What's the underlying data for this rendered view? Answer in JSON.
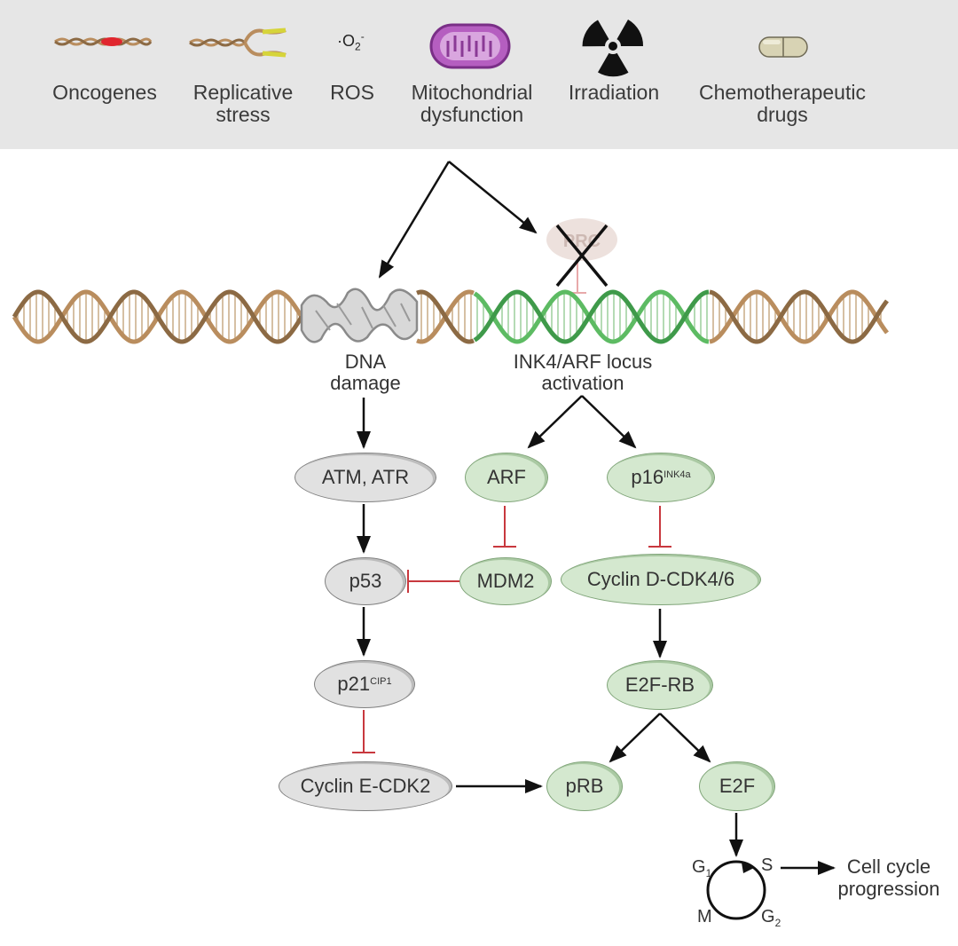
{
  "stimuli": [
    {
      "id": "oncogenes",
      "label": "Oncogenes",
      "icon": "dna-strand-mutation-icon"
    },
    {
      "id": "replicative",
      "label": "Replicative\nstress",
      "icon": "replication-fork-icon"
    },
    {
      "id": "ros",
      "label": "ROS",
      "icon": "superoxide-radical-icon",
      "formula_dot": "·O",
      "formula_sub": "2",
      "formula_sup": "-"
    },
    {
      "id": "mito",
      "label": "Mitochondrial\ndysfunction",
      "icon": "mitochondrion-icon"
    },
    {
      "id": "irradiation",
      "label": "Irradiation",
      "icon": "radiation-hazard-icon"
    },
    {
      "id": "chemo",
      "label": "Chemotherapeutic\ndrugs",
      "icon": "pill-capsule-icon"
    }
  ],
  "dna_labels": {
    "damage": "DNA\ndamage",
    "ink4": "INK4/ARF locus\nactivation"
  },
  "prc": {
    "label": "PRC",
    "state": "inhibited"
  },
  "nodes": {
    "atm": "ATM, ATR",
    "p53": "p53",
    "p21": "p21",
    "p21_sup": "CIP1",
    "cyclin_e": "Cyclin E-CDK2",
    "arf": "ARF",
    "mdm2": "MDM2",
    "p16": "p16",
    "p16_sup": "INK4a",
    "cyclin_d": "Cyclin D-CDK4/6",
    "e2f_rb": "E2F-RB",
    "prb": "pRB",
    "e2f": "E2F"
  },
  "cell_cycle": {
    "g1": "G",
    "g1_sub": "1",
    "s": "S",
    "g2": "G",
    "g2_sub": "2",
    "m": "M",
    "outcome": "Cell cycle\nprogression"
  },
  "colors": {
    "panel": "#e6e6e6",
    "gray_node": "#e1e1e1",
    "green_node": "#d4e8cf",
    "activation_arrow": "#111111",
    "inhibition": "#c8383e",
    "dna_tan": "#b98d5e",
    "dna_green": "#5dbb63",
    "dna_damage": "#8a8a8a"
  }
}
